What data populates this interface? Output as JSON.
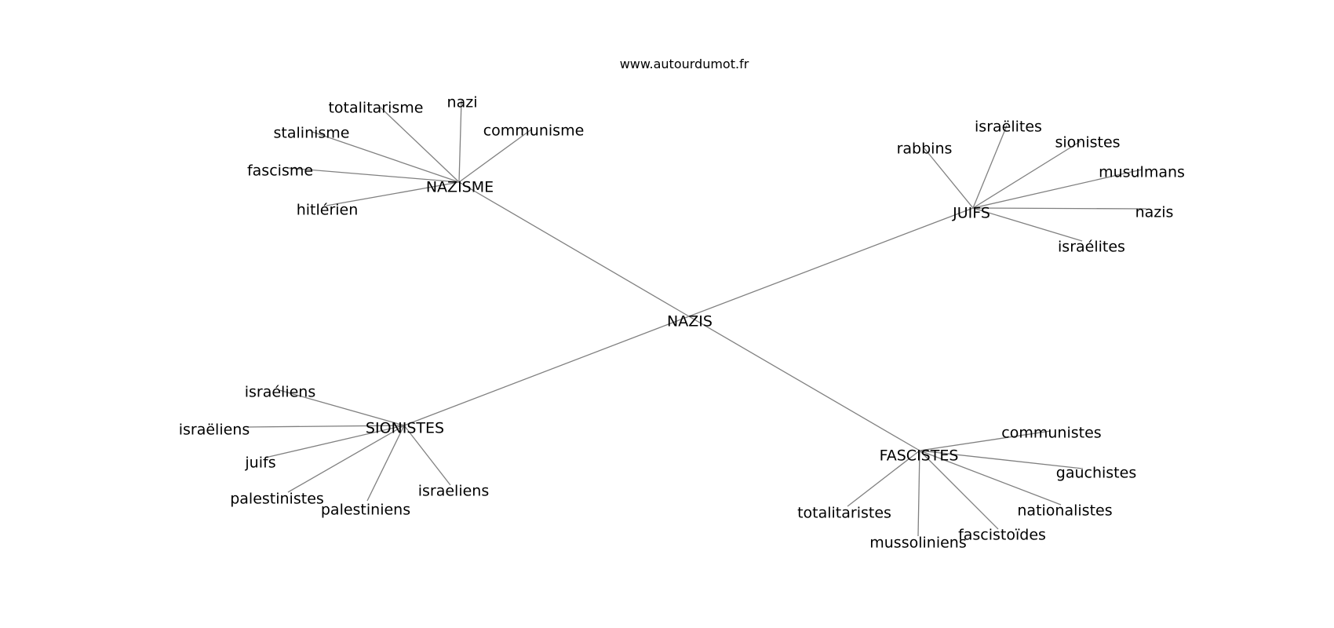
{
  "header": {
    "source": "www.autourdumot.fr"
  },
  "graph": {
    "center": "NAZIS",
    "hubs": [
      {
        "label": "NAZISME",
        "leaves": [
          "totalitarisme",
          "nazi",
          "communisme",
          "stalinisme",
          "fascisme",
          "hitlérien"
        ]
      },
      {
        "label": "JUIFS",
        "leaves": [
          "rabbins",
          "israëlites",
          "sionistes",
          "musulmans",
          "nazis",
          "israélites"
        ]
      },
      {
        "label": "SIONISTES",
        "leaves": [
          "israéliens",
          "israëliens",
          "juifs",
          "palestinistes",
          "palestiniens",
          "israeliens"
        ]
      },
      {
        "label": "FASCISTES",
        "leaves": [
          "communistes",
          "gauchistes",
          "nationalistes",
          "fascistoïdes",
          "mussoliniens",
          "totalitaristes"
        ]
      }
    ]
  }
}
